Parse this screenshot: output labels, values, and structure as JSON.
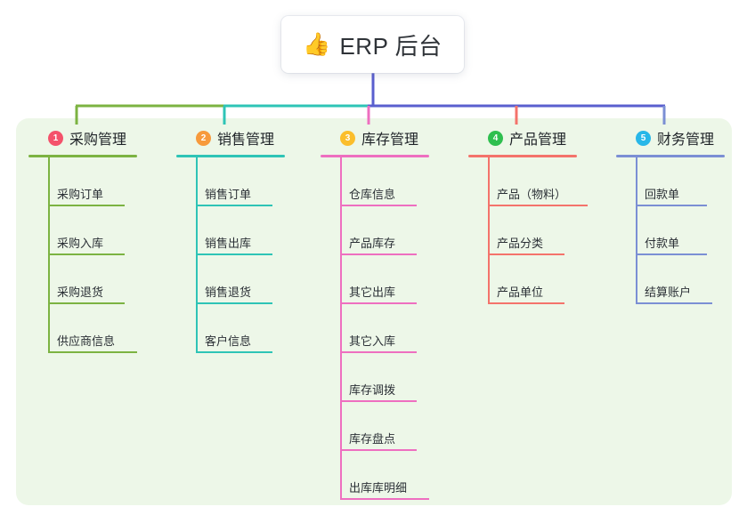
{
  "root": {
    "icon": "thumbs-up-icon",
    "emoji": "👍",
    "title": "ERP 后台"
  },
  "theme": {
    "panel_bg": "#edf7e8",
    "page_bg": "#ffffff",
    "text": "#2b3036",
    "trunk": "#5a5fcf"
  },
  "columns": [
    {
      "number": "1",
      "title": "采购管理",
      "badge_color": "#f4526b",
      "line_color": "#7cb342",
      "items": [
        {
          "label": "采购订单",
          "width": 86
        },
        {
          "label": "采购入库",
          "width": 86
        },
        {
          "label": "采购退货",
          "width": 86
        },
        {
          "label": "供应商信息",
          "width": 100
        }
      ]
    },
    {
      "number": "2",
      "title": "销售管理",
      "badge_color": "#f79a3c",
      "line_color": "#2ec4b6",
      "items": [
        {
          "label": "销售订单",
          "width": 86
        },
        {
          "label": "销售出库",
          "width": 86
        },
        {
          "label": "销售退货",
          "width": 86
        },
        {
          "label": "客户信息",
          "width": 86
        }
      ]
    },
    {
      "number": "3",
      "title": "库存管理",
      "badge_color": "#fbbe2c",
      "line_color": "#ee6fc0",
      "items": [
        {
          "label": "仓库信息",
          "width": 86
        },
        {
          "label": "产品库存",
          "width": 86
        },
        {
          "label": "其它出库",
          "width": 86
        },
        {
          "label": "其它入库",
          "width": 86
        },
        {
          "label": "库存调拨",
          "width": 86
        },
        {
          "label": "库存盘点",
          "width": 86
        },
        {
          "label": "出库库明细",
          "width": 100
        }
      ]
    },
    {
      "number": "4",
      "title": "产品管理",
      "badge_color": "#2fbf4f",
      "line_color": "#f4736b",
      "items": [
        {
          "label": "产品（物料）",
          "width": 112
        },
        {
          "label": "产品分类",
          "width": 86
        },
        {
          "label": "产品单位",
          "width": 86
        }
      ]
    },
    {
      "number": "5",
      "title": "财务管理",
      "badge_color": "#28b7e8",
      "line_color": "#7b8fd4",
      "items": [
        {
          "label": "回款单",
          "width": 80
        },
        {
          "label": "付款单",
          "width": 80
        },
        {
          "label": "结算账户",
          "width": 86
        }
      ]
    }
  ]
}
